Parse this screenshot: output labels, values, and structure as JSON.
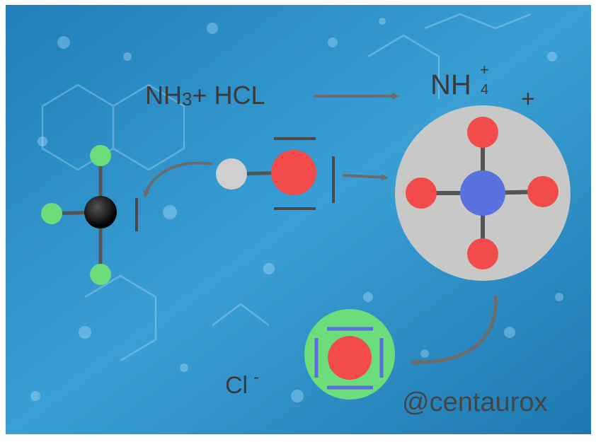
{
  "equation": {
    "reactant_1": "NH",
    "reactant_1_subscript": "3",
    "plus": "+",
    "reactant_2": "HCL"
  },
  "product": {
    "formula": "NH",
    "subscript": "4",
    "charge": "+"
  },
  "complex_charge": "+",
  "chloride": {
    "symbol": "Cl",
    "charge": "-"
  },
  "credit": "@centaurox",
  "colors": {
    "background": "#2f8fc4",
    "atom_hydrogen": "#f24b4b",
    "atom_nitrogen": "#5a72e0",
    "atom_carbon": "#111111",
    "atom_green": "#6ddc7a",
    "atom_grey": "#cfcfcf",
    "bond": "#555555",
    "arrow": "#6b6b6b",
    "complex_circle": "#c8c8c6"
  }
}
